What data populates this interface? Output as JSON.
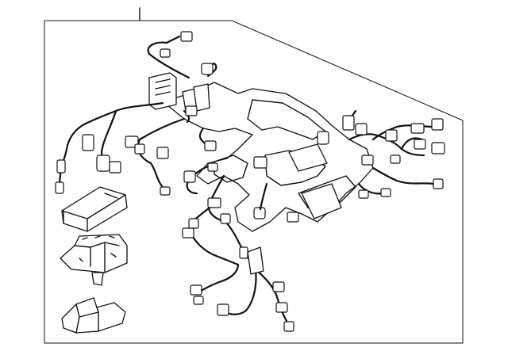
{
  "diagram": {
    "type": "exploded-parts-view",
    "components": [
      {
        "id": "wiring-harness",
        "icon": "wire-harness-icon"
      },
      {
        "id": "fuse-box-cover",
        "icon": "box-cover-icon"
      },
      {
        "id": "fuse-box-body",
        "icon": "fuse-box-icon"
      },
      {
        "id": "fuse-box-bracket",
        "icon": "bracket-icon"
      }
    ],
    "colors": {
      "line": "#111111",
      "background": "#ffffff"
    }
  }
}
